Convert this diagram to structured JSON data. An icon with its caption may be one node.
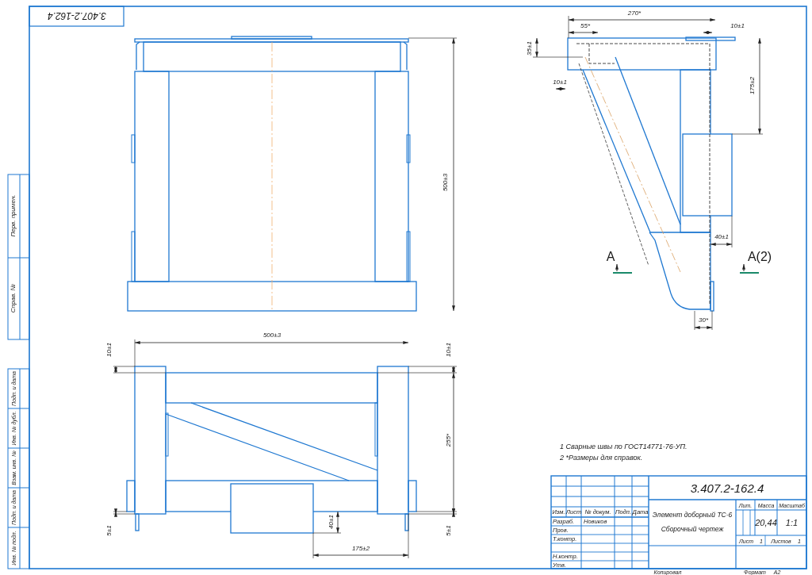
{
  "diagram": {
    "labels": [
      "3.407.2-162.4",
      "500±3",
      "270*",
      "55*",
      "10±1",
      "35±1",
      "10±1",
      "175±2",
      "40±1",
      "А",
      "А(2)",
      "30*",
      "Перв. примен.",
      "Справ. №",
      "Подп. и дата",
      "Инв. № дубл.",
      "Взам. инв. №",
      "Подп. и дата",
      "Инв. № подл.",
      "500±3",
      "10±1",
      "10±1",
      "255*",
      "5±1",
      "5±1",
      "40±1",
      "175±2",
      "1 Сварные швы по ГОСТ14771-76-УП.",
      "2 *Размеры для справок.",
      "3.407.2-162.4",
      "Изм.",
      "Лист",
      "№ докум.",
      "Подп.",
      "Дата",
      "Разраб.",
      "Новиков",
      "Пров.",
      "Т.контр.",
      "Н.контр.",
      "Утв.",
      "Элемент доборный ТС-6",
      "Сборочный чертеж",
      "Лит.",
      "Масса",
      "Масштаб",
      "20,44",
      "1:1",
      "Лист",
      "1",
      "Листов",
      "1",
      "Копировал",
      "Формат",
      "A2"
    ]
  }
}
